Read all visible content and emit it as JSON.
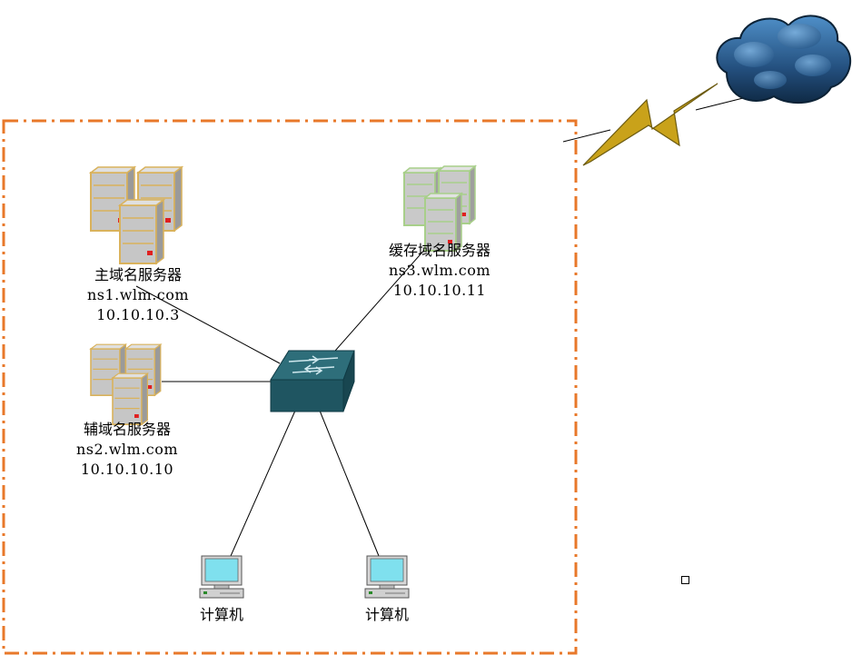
{
  "colors": {
    "boundary": "#e8782a",
    "switch_top": "#2e6e7a",
    "switch_front": "#1f5561",
    "link": "#000000",
    "server_gold": "#d9b25c",
    "server_green": "#a8cf8a",
    "monitor": "#7fe0ee",
    "bolt": "#c9a21a",
    "cloud": "#2a5b8c"
  },
  "nodes": {
    "primary_dns": {
      "title": "主域名服务器",
      "host": "ns1.wlm.com",
      "ip": "10.10.10.3"
    },
    "secondary_dns": {
      "title": "辅域名服务器",
      "host": "ns2.wlm.com",
      "ip": "10.10.10.10"
    },
    "cache_dns": {
      "title": "缓存域名服务器",
      "host": "ns3.wlm.com",
      "ip": "10.10.10.11"
    },
    "computer_left": {
      "title": "计算机"
    },
    "computer_right": {
      "title": "计算机"
    }
  },
  "icons": {
    "switch": "network-switch-icon",
    "cloud": "internet-cloud-icon",
    "bolt": "lightning-bolt-icon",
    "server": "server-cluster-icon",
    "computer": "desktop-computer-icon"
  }
}
